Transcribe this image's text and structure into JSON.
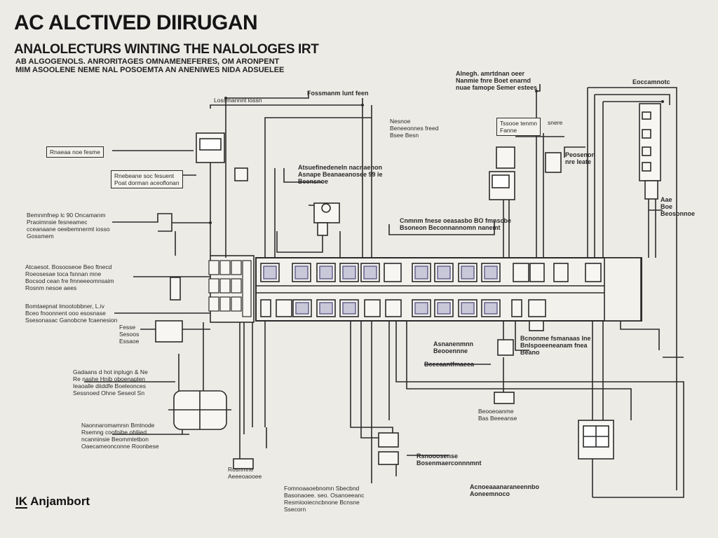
{
  "title": "AC ALCTIVED DIIRUGAN",
  "subtitle": "ANALOLECTURS WINTING THE NALOLOGES IRT",
  "intro": {
    "line1": "AB ALGOGENOLS. ANRORITAGES OMNAMENEFERES, OM ARONPENT",
    "line2": "MIM ASOOLENE NEME NAL POSOEMTA AN ANENIWES NIDA ADSUELEE"
  },
  "labels": {
    "top_center": "Fossmanm lunt feen",
    "top_left_small": "Lossmannnt lossn",
    "left_tag": "Rnaeaa noe fesme",
    "left_box": {
      "line1": "Rnebeane soc fesuent",
      "line2": "Poat dorman aceoflonan"
    },
    "top_right_a": {
      "line1": "Alnegh. amrtdnan oeer",
      "line2": "Nanmie fnre Boet enarnd",
      "line3": "nuae famope Semer estees"
    },
    "top_right_b": "Eoccamnotc",
    "right_top_tag": {
      "line1": "Tssooe tenmn",
      "line2": "Fanne"
    },
    "right_mid": {
      "line1": "Peosenon",
      "line2": "nre leate",
      "line3": "snere"
    },
    "left_a": {
      "line1": "Bemnmfnep lc 90 Oncamanm",
      "line2": "Praoimnsie fesneamec",
      "line3": "cceanaane oeebemnermt iosso",
      "line4": "Gossmem"
    },
    "left_b": {
      "line1": "Atcaesot. Bosooseoe Beo ftnecd",
      "line2": "Roeosesae toca fsnnan mne",
      "line3": "Bocsod cean fre fmneeeomnsaim",
      "line4": "Rosnm nesoe aees"
    },
    "left_c": {
      "line1": "Bomtaepnat lmootobbner, L.iv",
      "line2": "Bceo fnoonnent ooo esosnase",
      "line3": "Ssesonasac Ganobcne fcaenesion"
    },
    "left_d": {
      "line1": "Fesse",
      "line2": "Sesoos",
      "line3": "Essaoe"
    },
    "left_e": {
      "line1": "Gadaans d hot inplugn & Ne",
      "line2": "Re nashe Hnib oboenaplen",
      "line3": "Ieaoalle diiddfe Boeleonces",
      "line4": "Sessnoed Ohne Seseol Sn"
    },
    "left_f": {
      "line1": "Naonnaromamrsn Bmtnode",
      "line2": "Rsemng coofnibe ohliied",
      "line3": "ncanninsie Beommtetbon",
      "line4": "Oaecameonconne Roonbese"
    },
    "mid_a": {
      "line1": "Atsuefinedeneln nacnaenon",
      "line2": "Asnape Beanaeanosee 99 ie",
      "line3": "Beensnoe"
    },
    "mid_b": {
      "line1": "Nesnoe",
      "line2": "Beneeonnes freed",
      "line3": "Bsee Besn"
    },
    "mid_c": {
      "line1": "Cnmnm fnese oeasasbo BO fmnscbe",
      "line2": "Bsoneon Beconnannomn nanemt"
    },
    "center_tag": {
      "line1": "Asnanenmnn",
      "line2": "Beooennne"
    },
    "right_tag_a": {
      "line1": "Bcnonme fsmanaas lne",
      "line2": "Bnlspoeeneanam fnea",
      "line3": "Beano"
    },
    "bottom_tag_a": "Bceeaantfmaeea",
    "bottom_right_small": {
      "line1": "Beooeoanme",
      "line2": "Bas Beeeanse"
    },
    "bottom_center_a": {
      "line1": "Rsnooosense",
      "line2": "Bosenmaerconnnmnt"
    },
    "bottom_center_b": {
      "line1": "Fomnoaaoebnomn Sbecbnd",
      "line2": "Basonaoee. seo. Osanoeeanc",
      "line3": "Resmiooiecncbnone Bcnsne",
      "line4": "Ssecorn"
    },
    "bottom_right_c": {
      "line1": "Acnoeaaanaraneennbo",
      "line2": "Aoneemnoco"
    },
    "bottom_left_small": {
      "line1": "Rosnmne",
      "line2": "Aeeeoaooee"
    },
    "right_edge": {
      "line1": "Aae",
      "line2": "Boe",
      "line3": "Beosonnoe"
    }
  },
  "brand": {
    "mark": "IK",
    "name": "Anjambort"
  },
  "colors": {
    "ink": "#2b2b2b",
    "paper": "#ecebe6",
    "window_tint": "#6b6891"
  }
}
